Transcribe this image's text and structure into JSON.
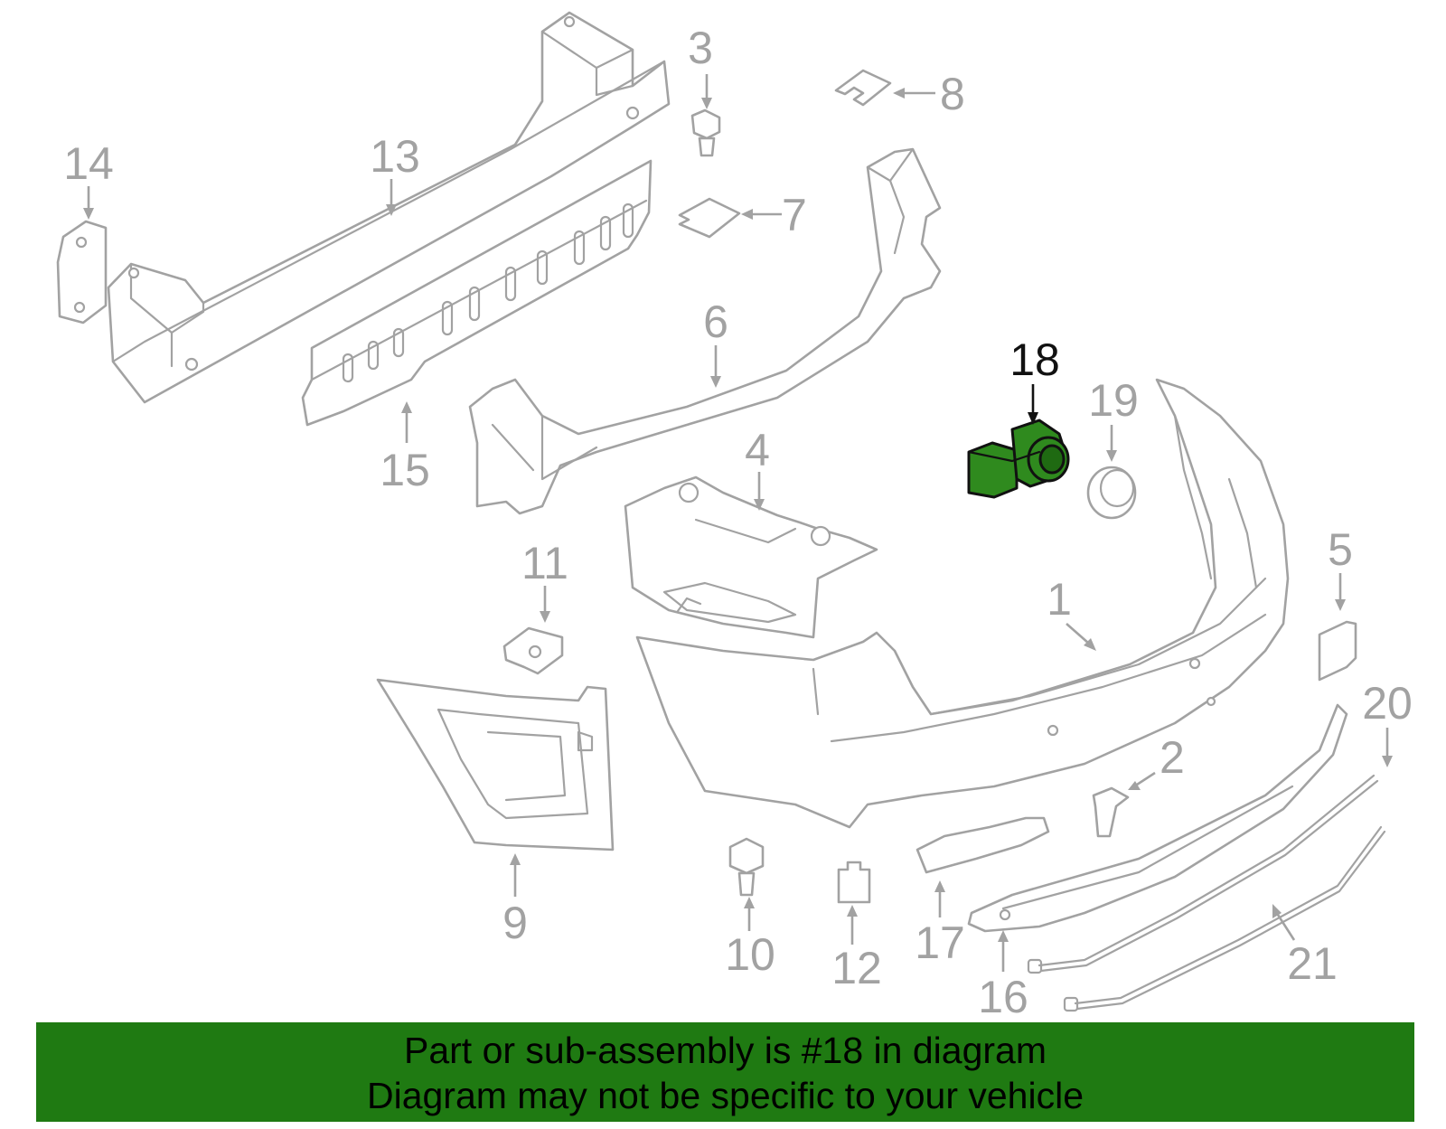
{
  "callouts": [
    {
      "id": "1",
      "label": "1"
    },
    {
      "id": "2",
      "label": "2"
    },
    {
      "id": "3",
      "label": "3"
    },
    {
      "id": "4",
      "label": "4"
    },
    {
      "id": "5",
      "label": "5"
    },
    {
      "id": "6",
      "label": "6"
    },
    {
      "id": "7",
      "label": "7"
    },
    {
      "id": "8",
      "label": "8"
    },
    {
      "id": "9",
      "label": "9"
    },
    {
      "id": "10",
      "label": "10"
    },
    {
      "id": "11",
      "label": "11"
    },
    {
      "id": "12",
      "label": "12"
    },
    {
      "id": "13",
      "label": "13"
    },
    {
      "id": "14",
      "label": "14"
    },
    {
      "id": "15",
      "label": "15"
    },
    {
      "id": "16",
      "label": "16"
    },
    {
      "id": "17",
      "label": "17"
    },
    {
      "id": "18",
      "label": "18"
    },
    {
      "id": "19",
      "label": "19"
    },
    {
      "id": "20",
      "label": "20"
    },
    {
      "id": "21",
      "label": "21"
    }
  ],
  "highlighted_part": "18",
  "colors": {
    "part_lines": "#a2a2a2",
    "highlight_part": "#2f8a1e",
    "banner": "#1f7a12",
    "banner_text": "#000000"
  },
  "banner": {
    "line1": "Part or sub-assembly is #18 in diagram",
    "line2": "Diagram may not be specific to your vehicle"
  }
}
